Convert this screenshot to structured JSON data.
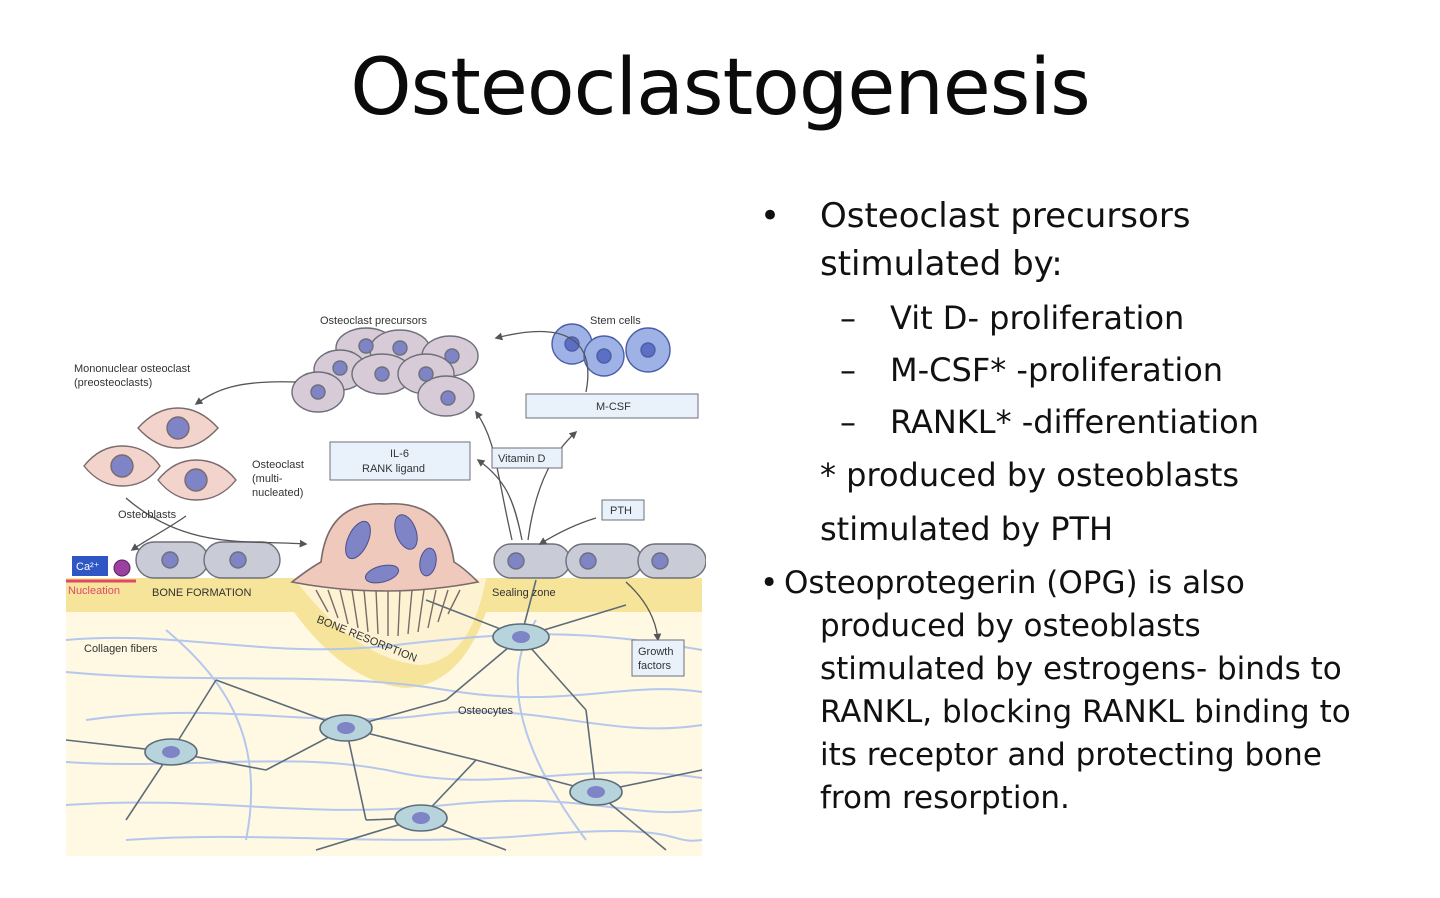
{
  "slide": {
    "title": "Osteoclastogenesis"
  },
  "figure": {
    "labels": {
      "osteoclast_precursors": "Osteoclast precursors",
      "stem_cells": "Stem cells",
      "mononuclear_line1": "Mononuclear osteoclast",
      "mononuclear_line2": "(preosteoclasts)",
      "mcsf": "M-CSF",
      "il6_line1": "IL-6",
      "il6_line2": "RANK ligand",
      "vitamin_d": "Vitamin D",
      "osteoclast_line1": "Osteoclast",
      "osteoclast_line2": "(multi-",
      "osteoclast_line3": "nucleated)",
      "pth": "PTH",
      "osteoblasts": "Osteoblasts",
      "ca": "Ca²⁺",
      "nucleation": "Nucleation",
      "bone_formation": "BONE FORMATION",
      "sealing_zone": "Sealing zone",
      "bone_resorption": "BONE RESORPTION",
      "collagen_fibers": "Collagen fibers",
      "growth_line1": "Growth",
      "growth_line2": "factors",
      "osteocytes": "Osteocytes"
    },
    "colors": {
      "precursor": "#d8cbd8",
      "precursor_nucleus": "#7e84c6",
      "stem": "#9fb2e6",
      "preosteoclast": "#f2d4cd",
      "osteoclast": "#f0c9bd",
      "osteoblast": "#c9ccd6",
      "bone": "#fff8e2",
      "osteoid": "#f5e49a",
      "osteocyte": "#b7d4dc",
      "fiber": "#b5c7ee",
      "label_box": "#e9f2fb",
      "ca_box": "#2e56c4",
      "nucleation_line": "#e0486a"
    }
  },
  "text": {
    "bullet1_line1": "Osteoclast precursors",
    "bullet1_line2": "stimulated by:",
    "subs": [
      "Vit D- proliferation",
      "M-CSF* -proliferation",
      "RANKL* -differentiation"
    ],
    "note_line1": "* produced by osteoblasts",
    "note_line2": "stimulated by PTH",
    "bullet2_lines": [
      "Osteoprotegerin (OPG) is also",
      "produced by osteoblasts",
      "stimulated by estrogens- binds to",
      "RANKL, blocking RANKL binding to",
      "its receptor and protecting bone",
      "from resorption."
    ]
  }
}
